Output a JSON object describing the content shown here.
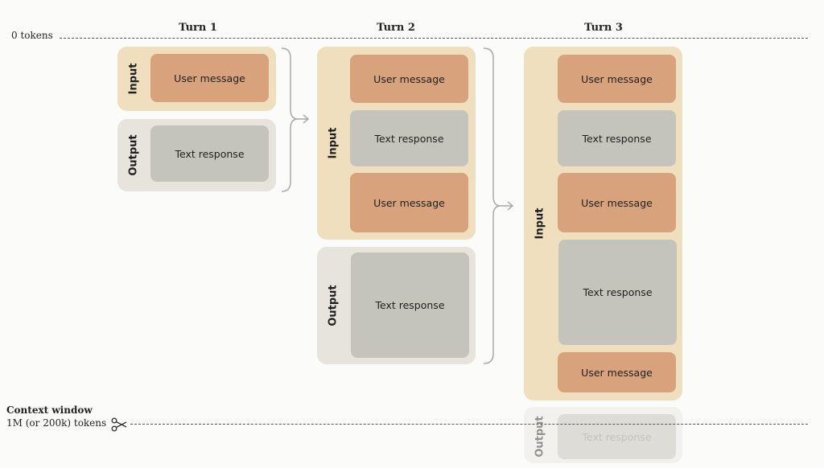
{
  "turns": [
    "Turn 1",
    "Turn 2",
    "Turn 3"
  ],
  "top_marker": "0 tokens",
  "context_window": {
    "title": "Context window",
    "subtitle": "1M (or 200k) tokens",
    "icon": "scissors-icon"
  },
  "labels": {
    "input": "Input",
    "output": "Output",
    "user_message": "User message",
    "text_response": "Text response"
  },
  "colors": {
    "input_group": "#f0dfbf",
    "output_group": "#e7e4de",
    "user_message": "#d8a37c",
    "text_response": "#c5c4bc"
  }
}
